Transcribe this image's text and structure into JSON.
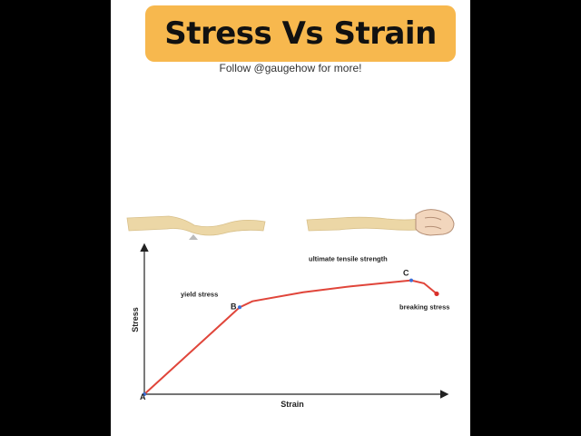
{
  "header": {
    "title": "Stress Vs Strain",
    "subtitle": "Follow @gaugehow for more!"
  },
  "colors": {
    "title_bg": "#f7b84e",
    "curve": "#e0453a",
    "axis": "#222222",
    "bar": "#ecd7a6",
    "point": "#3a6fd8",
    "end_point": "#d8302a"
  },
  "chart_data": {
    "type": "line",
    "title": "",
    "xlabel": "Strain",
    "ylabel": "Stress",
    "curve": [
      [
        0,
        0
      ],
      [
        0.3,
        0.58
      ],
      [
        0.34,
        0.62
      ],
      [
        0.5,
        0.68
      ],
      [
        0.65,
        0.72
      ],
      [
        0.84,
        0.76
      ],
      [
        0.88,
        0.74
      ],
      [
        0.92,
        0.67
      ]
    ],
    "points": [
      {
        "name": "A",
        "label": "",
        "x": 0,
        "y": 0,
        "color": "#3a6fd8"
      },
      {
        "name": "B",
        "label": "yield stress",
        "x": 0.3,
        "y": 0.58,
        "color": "#3a6fd8"
      },
      {
        "name": "C",
        "label": "ultimate tensile strength",
        "x": 0.84,
        "y": 0.76,
        "color": "#3a6fd8"
      },
      {
        "name": "",
        "label": "breaking stress",
        "x": 0.92,
        "y": 0.67,
        "color": "#d8302a"
      }
    ]
  }
}
